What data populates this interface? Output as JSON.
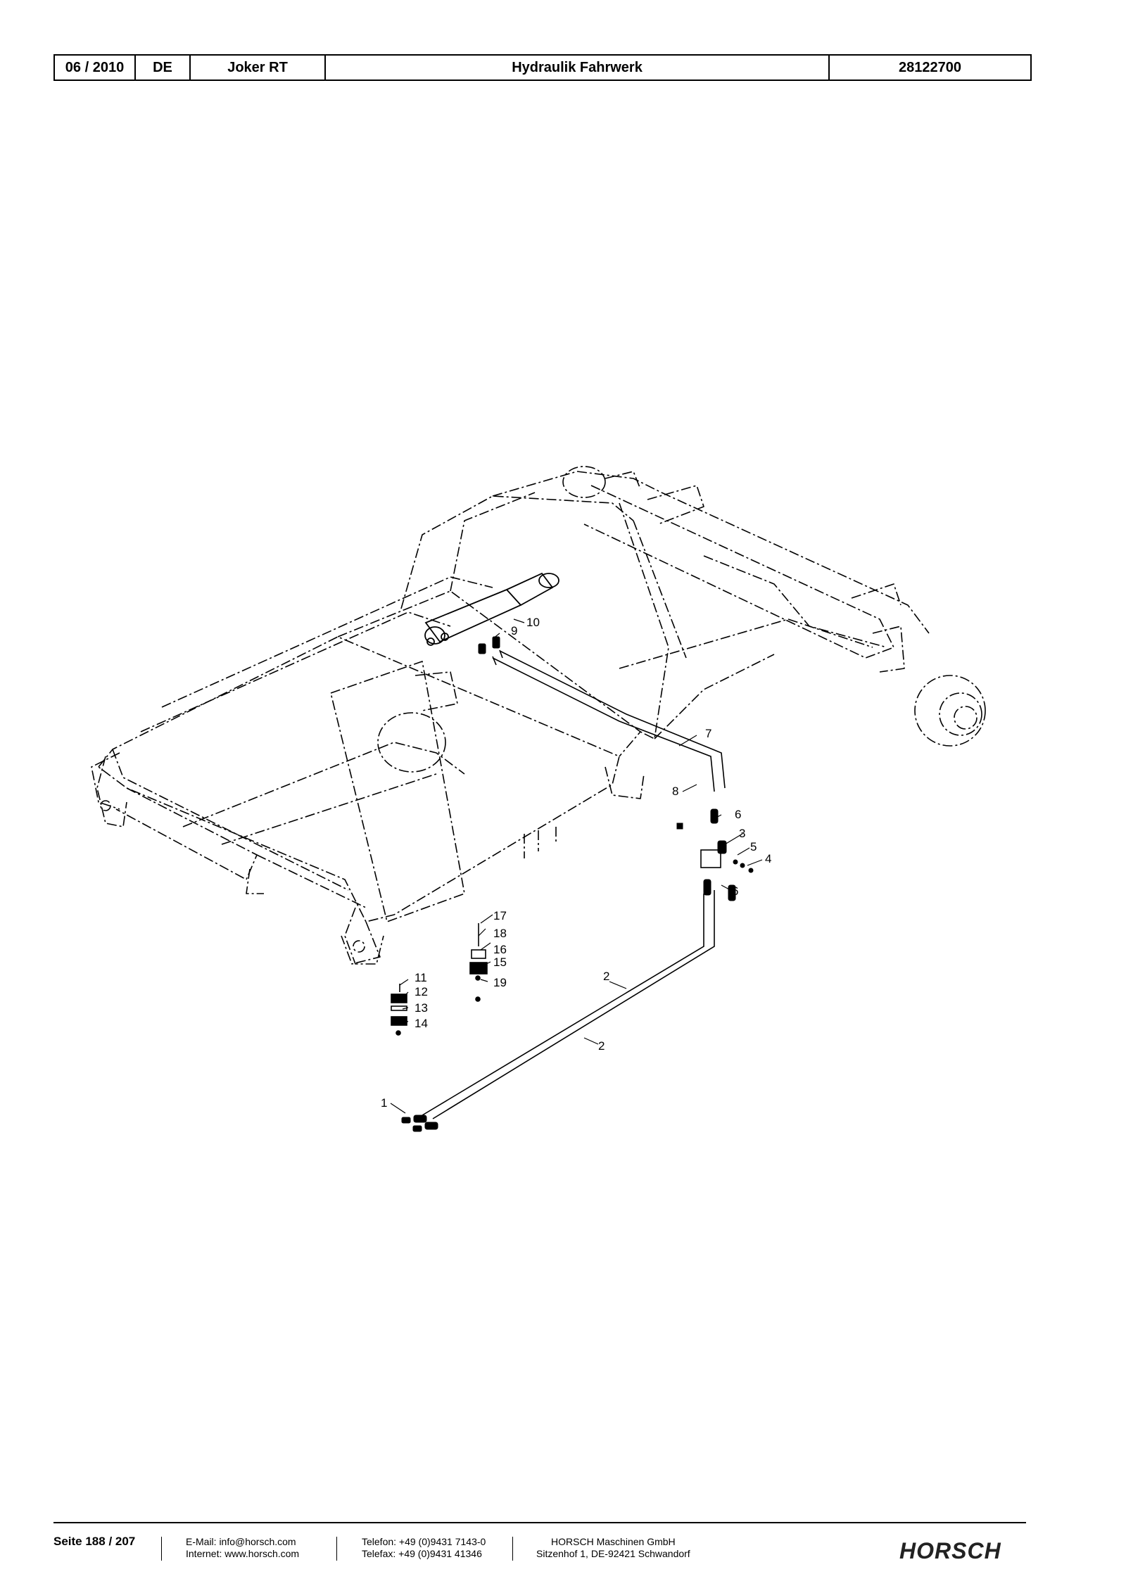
{
  "header": {
    "date": "06 / 2010",
    "language": "DE",
    "machine": "Joker RT",
    "section": "Hydraulik Fahrwerk",
    "part_number": "28122700"
  },
  "drawing": {
    "callouts": [
      "1",
      "2",
      "2",
      "3",
      "4",
      "5",
      "6",
      "6",
      "7",
      "8",
      "9",
      "10",
      "11",
      "12",
      "13",
      "14",
      "15",
      "16",
      "17",
      "18",
      "19"
    ]
  },
  "footer": {
    "page": "Seite 188 / 207",
    "email": "E-Mail: info@horsch.com",
    "internet": "Internet: www.horsch.com",
    "phone": "Telefon: +49 (0)9431 7143-0",
    "fax": "Telefax: +49 (0)9431 41346",
    "company": "HORSCH Maschinen GmbH",
    "address": "Sitzenhof 1, DE-92421 Schwandorf",
    "logo": "HORSCH"
  }
}
